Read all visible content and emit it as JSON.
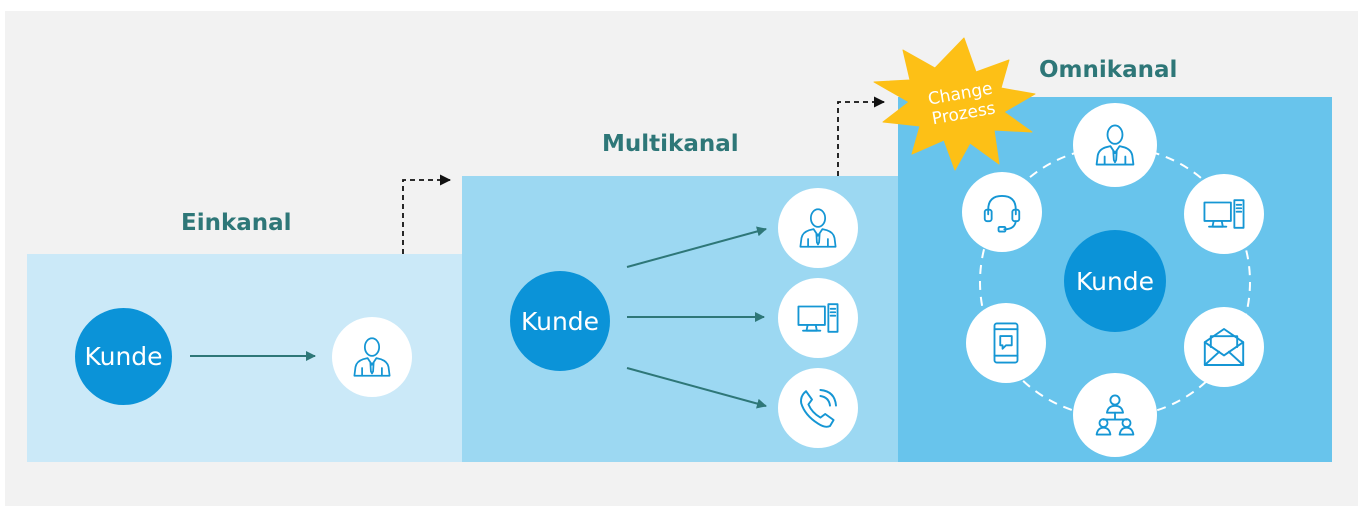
{
  "stages": {
    "single": {
      "title": "Einkanal",
      "center": "Kunde"
    },
    "multi": {
      "title": "Multikanal",
      "center": "Kunde"
    },
    "omni": {
      "title": "Omnikanal",
      "center": "Kunde"
    }
  },
  "change": {
    "line1": "Change",
    "line2": "Prozess"
  },
  "icons": {
    "single": [
      "agent-icon"
    ],
    "multi": [
      "agent-icon",
      "computer-icon",
      "phone-icon"
    ],
    "omni": [
      "agent-icon",
      "computer-icon",
      "email-icon",
      "network-icon",
      "mobile-chat-icon",
      "headset-icon"
    ]
  },
  "colors": {
    "background": "#f2f2f2",
    "single_block": "#cbe9f8",
    "multi_block": "#9cd8f2",
    "omni_block": "#68c4ec",
    "kunde_circle": "#0b93d8",
    "title_text": "#2e7778",
    "arrow": "#2e7778",
    "starburst": "#fdc016"
  }
}
